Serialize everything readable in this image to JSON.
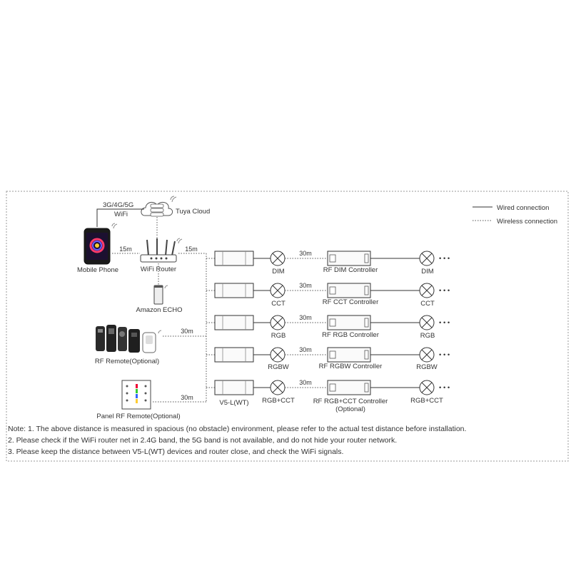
{
  "legend": {
    "wired": "Wired connection",
    "wireless": "Wireless connection"
  },
  "network": {
    "mobile_label": "3G/4G/5G",
    "wifi_label": "WiFi",
    "cloud": "Tuya Cloud",
    "phone": "Mobile Phone",
    "router": "WiFi Router",
    "echo": "Amazon ECHO",
    "rf_remote": "RF Remote(Optional)",
    "panel_remote": "Panel RF Remote(Optional)"
  },
  "distances": {
    "phone_router": "15m",
    "router_bus": "15m",
    "rf_remote": "30m",
    "panel_remote": "30m",
    "receiver_controller": "30m"
  },
  "receiver_label": "V5-L(WT)",
  "ellipsis": "• • •",
  "rows": [
    {
      "lamp": "DIM",
      "controller": "RF DIM Controller",
      "controller2": "",
      "end_lamp": "DIM"
    },
    {
      "lamp": "CCT",
      "controller": "RF CCT Controller",
      "controller2": "",
      "end_lamp": "CCT"
    },
    {
      "lamp": "RGB",
      "controller": "RF RGB Controller",
      "controller2": "",
      "end_lamp": "RGB"
    },
    {
      "lamp": "RGBW",
      "controller": "RF RGBW Controller",
      "controller2": "",
      "end_lamp": "RGBW"
    },
    {
      "lamp": "RGB+CCT",
      "controller": "RF RGB+CCT Controller",
      "controller2": "(Optional)",
      "end_lamp": "RGB+CCT"
    }
  ],
  "notes": [
    "Note: 1. The above distance is measured in spacious (no obstacle) environment, please refer to the actual test distance before installation.",
    "2. Please check if the WiFi router net in 2.4G band, the 5G band is not available, and do not hide your router network.",
    "3. Please keep the distance between V5-L(WT) devices and router close, and check the WiFi signals."
  ]
}
